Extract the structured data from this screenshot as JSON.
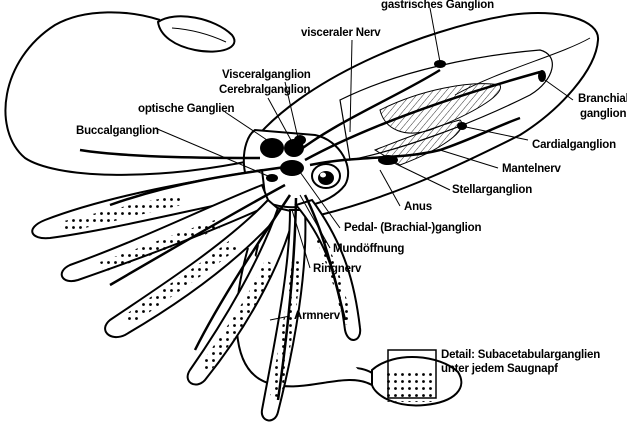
{
  "labels": {
    "gastrisches_ganglion": "gastrisches Ganglion",
    "visceraler_nerv": "visceraler Nerv",
    "visceralganglion": "Visceralganglion",
    "cerebralganglion": "Cerebralganglion",
    "optische_ganglien": "optische Ganglien",
    "buccalganglion": "Buccalganglion",
    "branchialganglion_1": "Branchial-",
    "branchialganglion_2": "ganglion",
    "cardialganglion": "Cardialganglion",
    "mantelnerv": "Mantelnerv",
    "stellarganglion": "Stellarganglion",
    "anus": "Anus",
    "pedalganglion": "Pedal- (Brachial-)ganglion",
    "mundoeffnung": "Mundöffnung",
    "ringnerv": "Ringnerv",
    "armnerv": "Armnerv",
    "detail_line1": "Detail: Subacetabularganglien",
    "detail_line2": "unter jedem Saugnapf"
  },
  "colors": {
    "ink": "#000000",
    "paper": "#ffffff",
    "shade": "#cccccc"
  }
}
